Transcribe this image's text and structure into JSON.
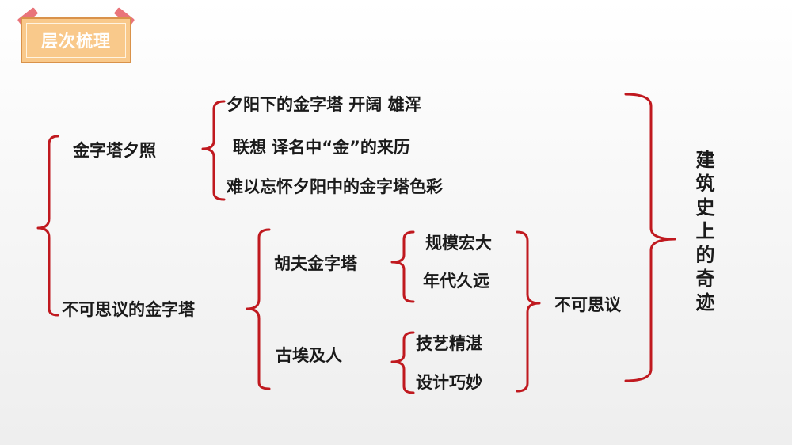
{
  "header": {
    "tag_label": "层次梳理"
  },
  "diagram": {
    "part1": {
      "label": "金字塔夕照",
      "items": [
        "夕阳下的金字塔 开阔 雄浑",
        "联想 译名中“金”的来历",
        "难以忘怀夕阳中的金字塔色彩"
      ]
    },
    "part2": {
      "label": "不可思议的金字塔",
      "sub1": {
        "label": "胡夫金字塔",
        "items": [
          "规模宏大",
          "年代久远"
        ]
      },
      "sub2": {
        "label": "古埃及人",
        "items": [
          "技艺精湛",
          "设计巧妙"
        ]
      },
      "summary": "不可思议"
    },
    "conclusion": "建筑史上的奇迹"
  },
  "colors": {
    "bracket": "#c0191f",
    "tag_fill": "#f9c98b",
    "tag_border": "#d9924a",
    "pin": "#e9747a"
  }
}
